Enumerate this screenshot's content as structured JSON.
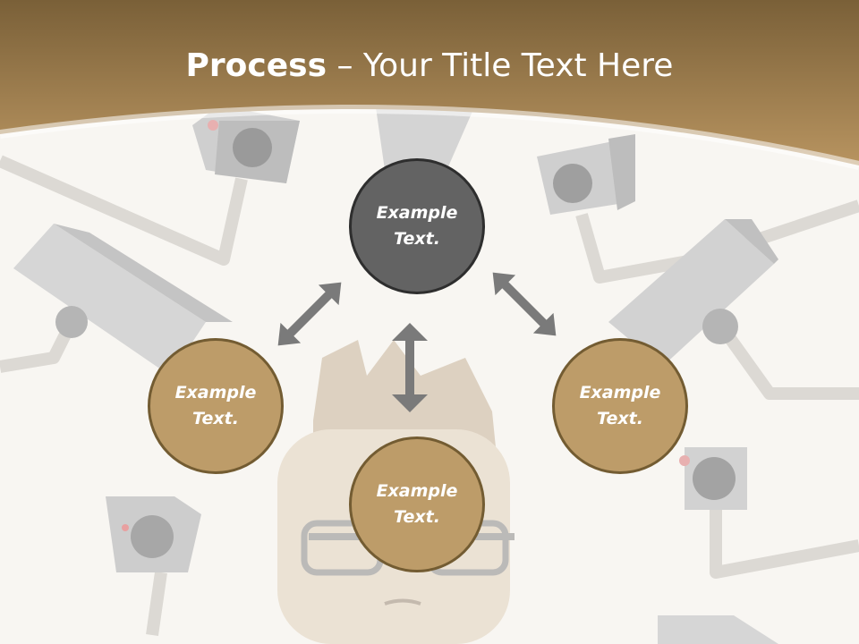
{
  "slide": {
    "title_bold": "Process",
    "title_rest": " – Your Title Text Here"
  },
  "nodes": {
    "top": {
      "text": "Example Text."
    },
    "left": {
      "text": "Example Text."
    },
    "center": {
      "text": "Example Text."
    },
    "right": {
      "text": "Example Text."
    }
  },
  "colors": {
    "header_brown": "#a98650",
    "dark_node": "#636363",
    "tan_node": "#bd9c69",
    "arrow_gray": "#7a7a7a"
  },
  "icons": [
    "security-camera-icon",
    "person-illustration"
  ]
}
